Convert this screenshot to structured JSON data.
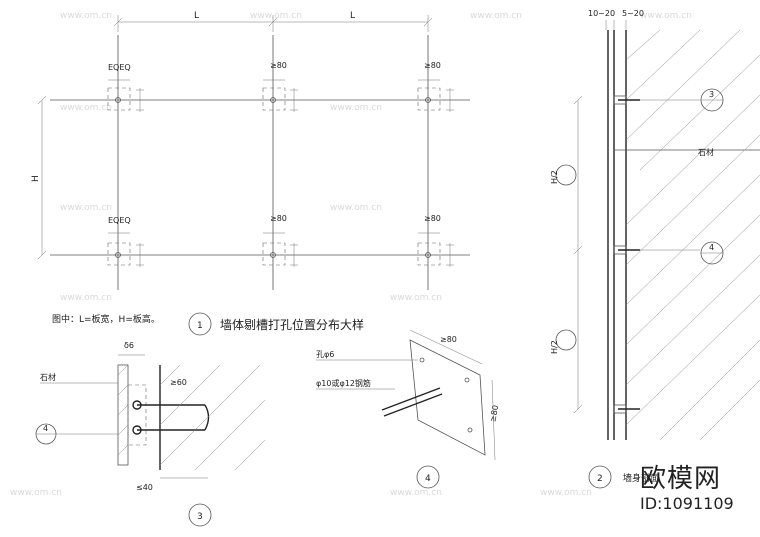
{
  "dims": {
    "L_left": "L",
    "L_right": "L",
    "H": "H",
    "spacing_eq": "EQEQ",
    "anchor_80_a": "≥80",
    "anchor_80_b": "≥80",
    "anchor_80_c": "≥80",
    "range_top": "10~20",
    "range_top2": "5~20",
    "note_bracket": "≥60",
    "note_40": "≤40",
    "dim_80_top": "≥80",
    "dim_80_side": "≥80",
    "thickness": "δ6",
    "H_side_upper": "H/2",
    "H_side_lower": "H/2"
  },
  "labels": {
    "note": "图中：L=板宽，H=板高。",
    "title1_num": "1",
    "title1": "墙体剔槽打孔位置分布大样",
    "title2_num": "2",
    "title2": "墙身剖面",
    "title3_num": "3",
    "title4_num": "4",
    "stone_left": "石材",
    "stone_right": "石材",
    "hole": "孔φ6",
    "rebar": "φ10或φ12钢筋",
    "callout3_num": "3",
    "callout4_num": "4",
    "callout4_left": "4"
  },
  "watermark": {
    "brand": "欧模网",
    "id": "ID:1091109",
    "site": "www.om.cn"
  }
}
